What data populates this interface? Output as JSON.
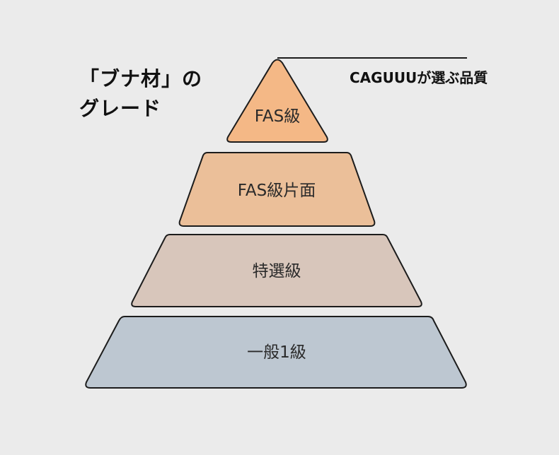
{
  "title": {
    "line1": "「ブナ材」の",
    "line2": "グレード"
  },
  "annotation": "CAGUUUが選ぶ品質",
  "tiers": [
    {
      "label": "FAS級",
      "color": "#f4b886"
    },
    {
      "label": "FAS級片面",
      "color": "#ebbf99"
    },
    {
      "label": "特選級",
      "color": "#d8c6bb"
    },
    {
      "label": "一般1級",
      "color": "#bdc7d1"
    }
  ],
  "colors": {
    "background": "#ebebeb",
    "outline": "#1c1c1c"
  }
}
